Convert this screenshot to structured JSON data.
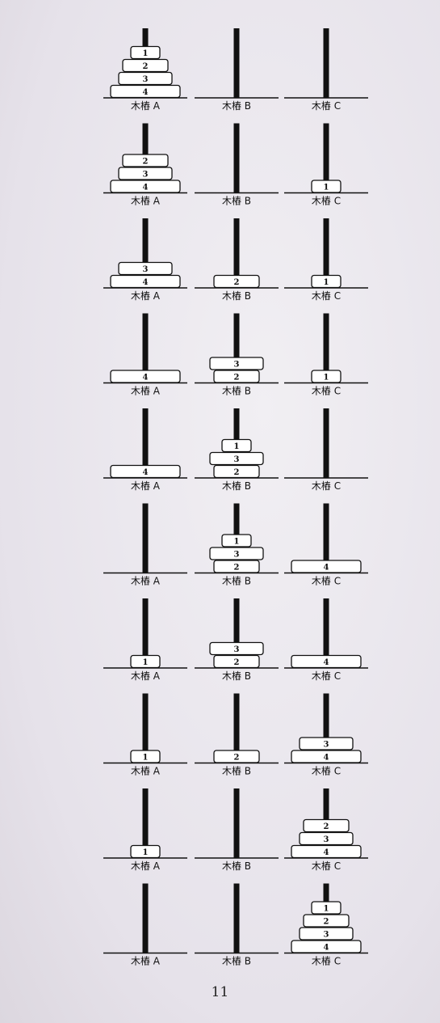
{
  "peg_labels": [
    "木樁 A",
    "木樁 B",
    "木樁 C"
  ],
  "disk_sizes": {
    "1": 1,
    "2": 2,
    "3": 3,
    "4": 4
  },
  "states": [
    [
      [
        4,
        3,
        2,
        1
      ],
      [],
      []
    ],
    [
      [
        4,
        3,
        2
      ],
      [],
      [
        1
      ]
    ],
    [
      [
        4,
        3
      ],
      [
        2
      ],
      [
        1
      ]
    ],
    [
      [
        4
      ],
      [
        2,
        3
      ],
      [
        1
      ]
    ],
    [
      [
        4
      ],
      [
        2,
        3,
        1
      ],
      []
    ],
    [
      [],
      [
        2,
        3,
        1
      ],
      [
        4
      ]
    ],
    [
      [
        1
      ],
      [
        2,
        3
      ],
      [
        4
      ]
    ],
    [
      [
        1
      ],
      [
        2
      ],
      [
        4,
        3
      ]
    ],
    [
      [
        1
      ],
      [],
      [
        4,
        3,
        2
      ]
    ],
    [
      [],
      [],
      [
        4,
        3,
        2,
        1
      ]
    ]
  ],
  "colors": {
    "ink": "#111111",
    "disk_fill": "#ffffff",
    "paper": "#ece9ee"
  },
  "page_number": "11"
}
